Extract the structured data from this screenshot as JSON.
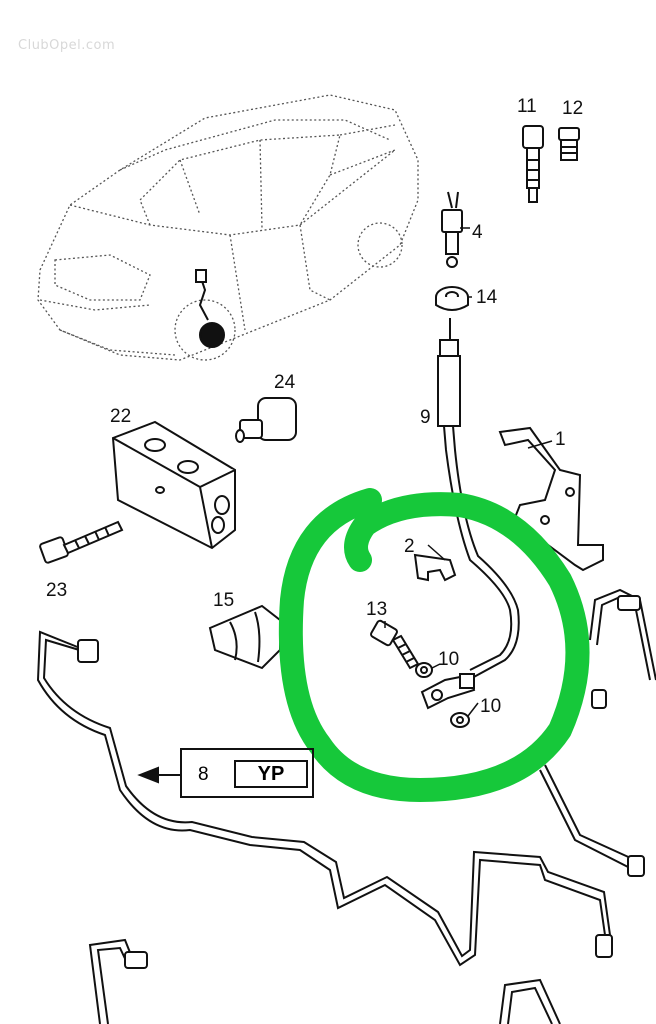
{
  "watermark": "ClubOpel.com",
  "labels": {
    "p1": "1",
    "p2": "2",
    "p4": "4",
    "p8": "8",
    "p9": "9",
    "p10a": "10",
    "p10b": "10",
    "p11": "11",
    "p12": "12",
    "p13": "13",
    "p14": "14",
    "p15": "15",
    "p22": "22",
    "p23": "23",
    "p24": "24"
  },
  "reference_box": {
    "number": "8",
    "code": "YP"
  },
  "colors": {
    "highlight": "#16c83a",
    "line": "#111111",
    "vehicle": "#555555",
    "watermark": "#d8d8d8"
  }
}
